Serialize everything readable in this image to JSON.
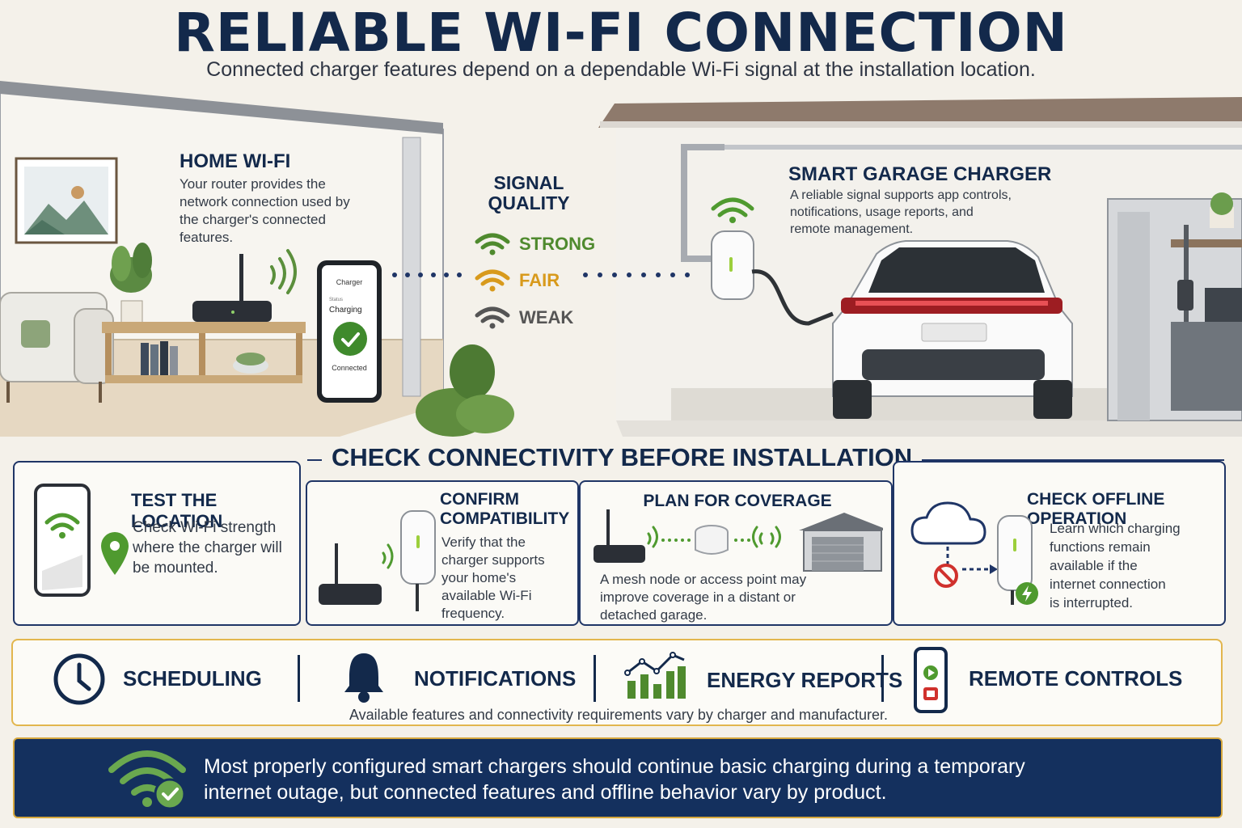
{
  "header": {
    "title": "RELIABLE WI-FI CONNECTION",
    "subtitle": "Connected charger features depend on a dependable Wi-Fi signal at the installation location."
  },
  "home": {
    "heading": "HOME WI-FI",
    "text_lines": [
      "Your router provides the",
      "network connection used by",
      "the charger's connected",
      "features."
    ],
    "phone": {
      "app_title": "Charger",
      "status_label": "Status",
      "status_value": "Charging",
      "connection": "Connected"
    }
  },
  "signal": {
    "heading_lines": [
      "SIGNAL",
      "QUALITY"
    ],
    "levels": [
      {
        "label": "STRONG",
        "color": "#4f8a2e"
      },
      {
        "label": "FAIR",
        "color": "#d89a1c"
      },
      {
        "label": "WEAK",
        "color": "#555555"
      }
    ]
  },
  "garage": {
    "heading": "SMART GARAGE CHARGER",
    "text_lines": [
      "A reliable signal supports app controls,",
      "notifications, usage reports, and",
      "remote management."
    ]
  },
  "checks": {
    "heading": "CHECK CONNECTIVITY BEFORE INSTALLATION",
    "cards": [
      {
        "title": "TEST THE LOCATION",
        "text_lines": [
          "Check Wi-Fi strength",
          "where the charger will",
          "be mounted."
        ]
      },
      {
        "title_lines": [
          "CONFIRM",
          "COMPATIBILITY"
        ],
        "text_lines": [
          "Verify that the",
          "charger supports",
          "your home's",
          "available Wi-Fi",
          "frequency."
        ]
      },
      {
        "title": "PLAN FOR COVERAGE",
        "text_lines": [
          "A mesh node or access point may",
          "improve coverage in a distant or",
          "detached garage."
        ]
      },
      {
        "title": "CHECK OFFLINE OPERATION",
        "text_lines": [
          "Learn which charging",
          "functions remain",
          "available if the",
          "internet connection",
          "is interrupted."
        ]
      }
    ]
  },
  "features": {
    "items": [
      {
        "label": "SCHEDULING",
        "icon": "clock-icon"
      },
      {
        "label": "NOTIFICATIONS",
        "icon": "bell-icon"
      },
      {
        "label": "ENERGY REPORTS",
        "icon": "chart-icon"
      },
      {
        "label": "REMOTE CONTROLS",
        "icon": "remote-icon"
      }
    ],
    "note": "Available features and connectivity requirements vary by charger and manufacturer."
  },
  "banner": {
    "lines": [
      "Most properly configured smart chargers should continue basic charging during a temporary",
      "internet outage, but connected features and offline behavior vary by product."
    ]
  },
  "colors": {
    "navy": "#13294b",
    "green": "#4f8a2e",
    "amber": "#d89a1c",
    "gold_border": "#e2b64e"
  }
}
